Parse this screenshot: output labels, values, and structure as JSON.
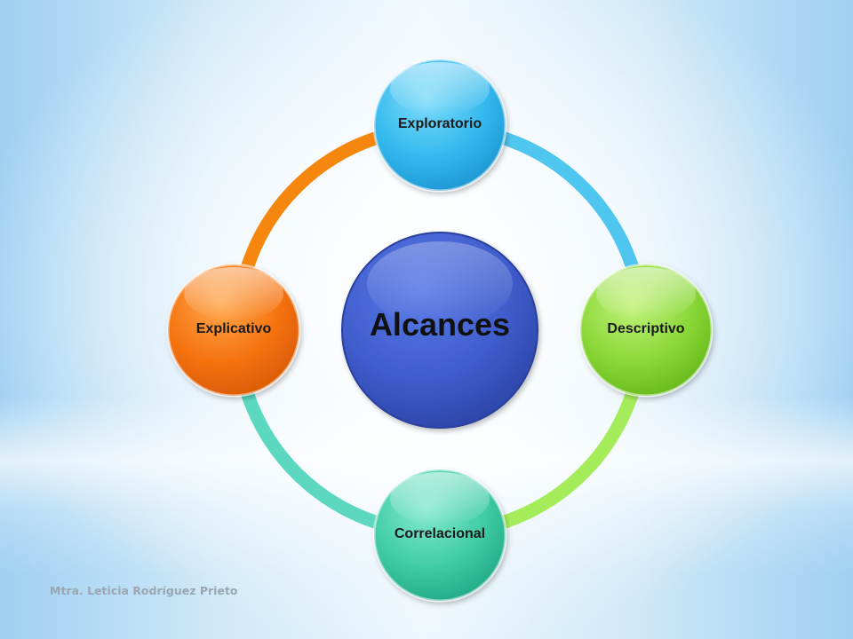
{
  "diagram": {
    "center": {
      "label": "Alcances"
    },
    "nodes": [
      {
        "id": "top",
        "label": "Exploratorio"
      },
      {
        "id": "right",
        "label": "Descriptivo"
      },
      {
        "id": "bottom",
        "label": "Correlacional"
      },
      {
        "id": "left",
        "label": "Explicativo"
      }
    ]
  },
  "colors": {
    "center": "#3f5fcf",
    "exploratorio": "#36bdf0",
    "descriptivo": "#8fde3a",
    "correlacional": "#3fcfa8",
    "explicativo": "#f5720e",
    "ring_top_right": "#4fc6f0",
    "ring_right_bottom": "#a5ec5a",
    "ring_bottom_left": "#5dd8c0",
    "ring_left_top": "#f5860e"
  },
  "footer": {
    "author": "Mtra. Leticia Rodríguez Prieto"
  }
}
